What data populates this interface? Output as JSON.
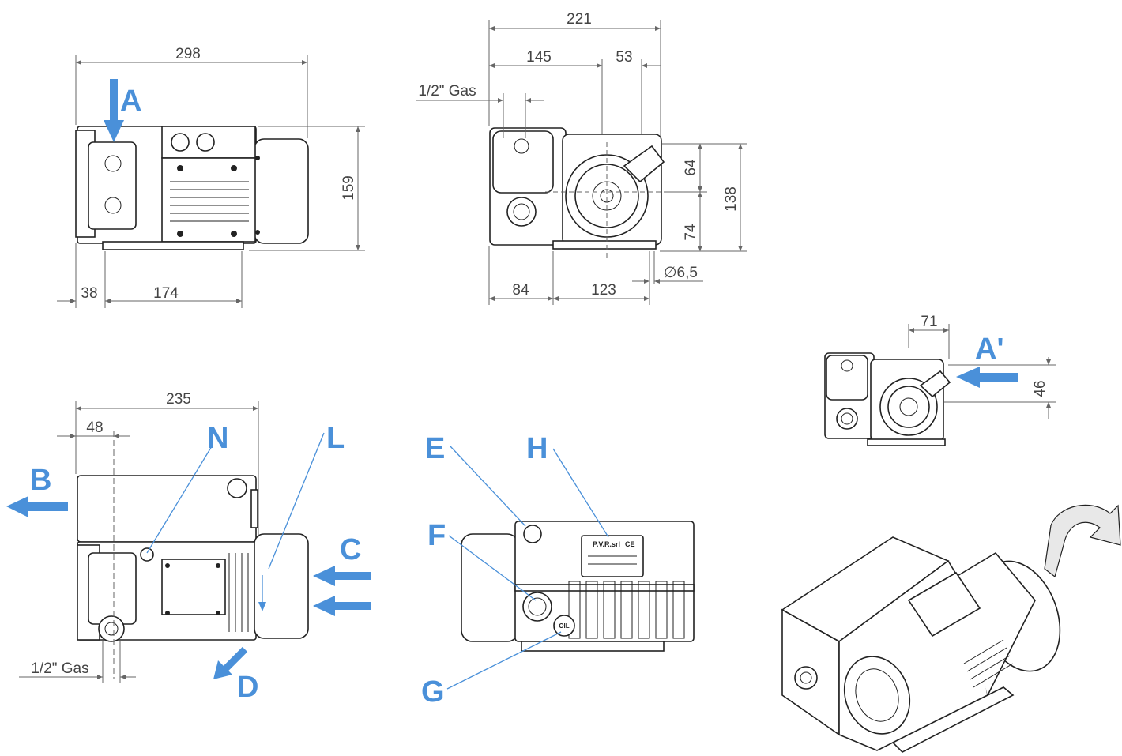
{
  "colors": {
    "accent": "#4a90d9",
    "line": "#222222",
    "dim_line": "#666666",
    "background": "#ffffff"
  },
  "dimensions": {
    "top_length": "298",
    "top_height": "159",
    "top_offset": "38",
    "top_feet": "174",
    "end_width": "221",
    "end_145": "145",
    "end_53": "53",
    "end_gas": "1/2\" Gas",
    "end_64": "64",
    "end_74": "74",
    "end_138": "138",
    "end_84": "84",
    "end_123": "123",
    "end_hole": "∅6,5",
    "small_71": "71",
    "small_46": "46",
    "side_235": "235",
    "side_48": "48",
    "side_gas": "1/2\" Gas"
  },
  "labels": {
    "A": "A",
    "A_prime": "A'",
    "B": "B",
    "C": "C",
    "D": "D",
    "E": "E",
    "F": "F",
    "G": "G",
    "H": "H",
    "L": "L",
    "N": "N"
  },
  "plate": {
    "brand": "P.V.R.srl",
    "mark": "CE"
  },
  "caps": {
    "oil": "OIL"
  }
}
